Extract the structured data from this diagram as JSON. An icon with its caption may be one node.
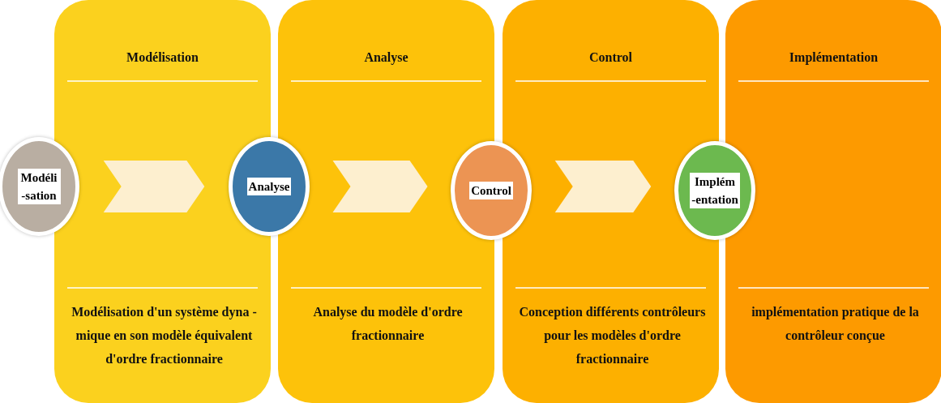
{
  "diagram": {
    "nodes": [
      {
        "text": [
          "Modélisation",
          "Modélisation d'un système dyna -mique en son modèle équivalent d'ordre fractionnaire"
        ]
      },
      {
        "text": [
          "Analyse",
          "Analyse du modèle d'ordre fractionnaire"
        ]
      },
      {
        "text": [
          "Control",
          "Conception différents contrôleurs pour les modèles d'ordre fractionnaire"
        ]
      },
      {
        "text": [
          "Implémentation",
          "implémentation pratique de la contrôleur conçue"
        ]
      },
      {
        "text": [
          "Modéli -sation"
        ]
      },
      {
        "text": [
          "Analyse"
        ]
      },
      {
        "text": [
          "Control"
        ]
      },
      {
        "text": [
          "Implém -entation"
        ]
      }
    ],
    "edges": [
      {
        "from": 4,
        "to": 5,
        "arrow": "to"
      },
      {
        "from": 5,
        "to": 6,
        "arrow": "to"
      },
      {
        "from": 6,
        "to": 7,
        "arrow": "to"
      }
    ]
  }
}
